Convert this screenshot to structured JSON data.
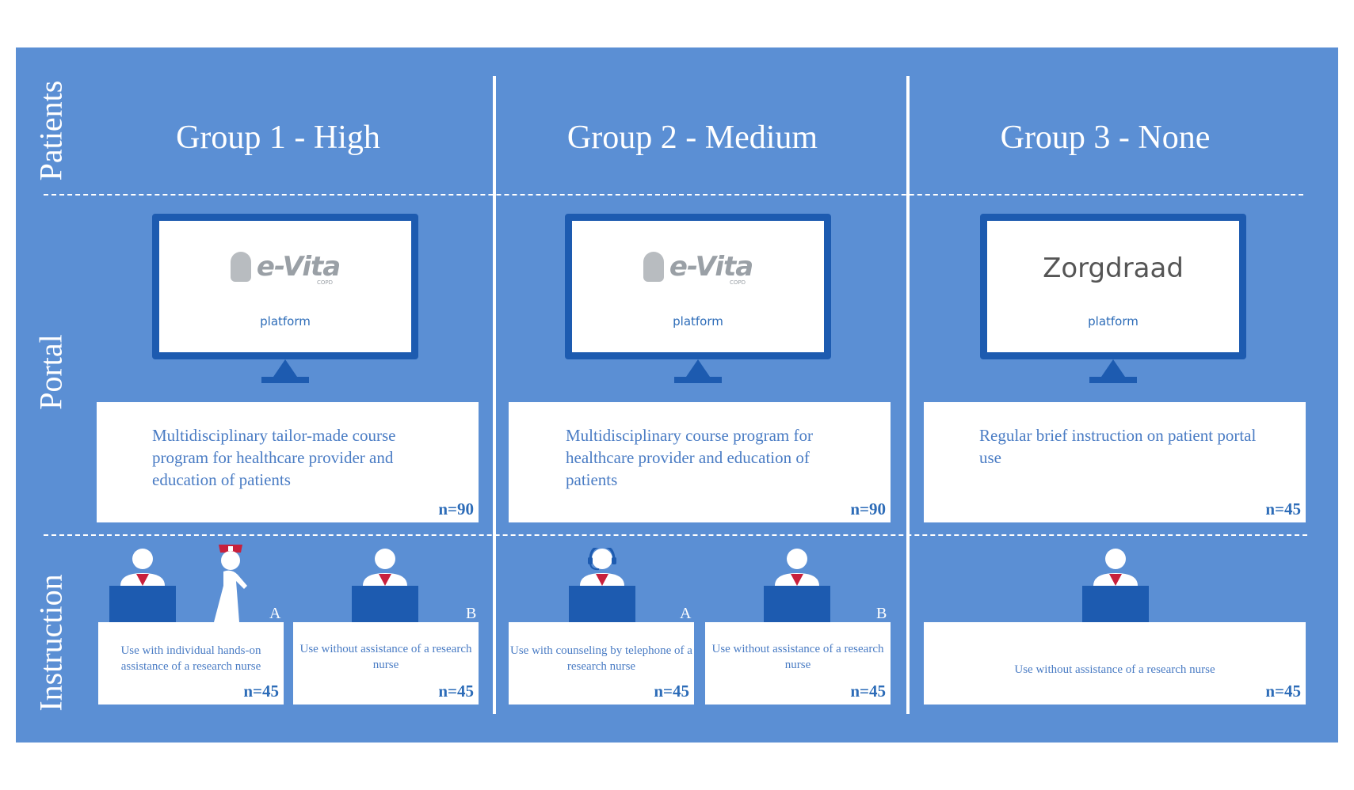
{
  "row_labels": {
    "patients": "Patients",
    "portal": "Portal",
    "instruction": "Instruction"
  },
  "groups": [
    {
      "title": "Group 1 - High",
      "portal": {
        "logo": "e-Vita",
        "logo_sub": "COPD",
        "platform": "platform"
      },
      "course": {
        "text": "Multidisciplinary tailor-made course program for healthcare provider and education of patients",
        "n": "n=90"
      },
      "instructions": [
        {
          "letter": "A",
          "text": "Use with individual hands-on assistance of a research nurse",
          "n": "n=45"
        },
        {
          "letter": "B",
          "text": "Use without assistance of a research nurse",
          "n": "n=45"
        }
      ]
    },
    {
      "title": "Group 2 - Medium",
      "portal": {
        "logo": "e-Vita",
        "logo_sub": "COPD",
        "platform": "platform"
      },
      "course": {
        "text": "Multidisciplinary course program for healthcare provider and education of patients",
        "n": "n=90"
      },
      "instructions": [
        {
          "letter": "A",
          "text": "Use with counseling by telephone of a research nurse",
          "n": "n=45"
        },
        {
          "letter": "B",
          "text": "Use without assistance of a research nurse",
          "n": "n=45"
        }
      ]
    },
    {
      "title": "Group 3 - None",
      "portal": {
        "logo": "Zorgdraad",
        "platform": "platform"
      },
      "course": {
        "text": "Regular brief instruction on patient portal use",
        "n": "n=45"
      },
      "instructions": [
        {
          "text": "Use without assistance of a research nurse",
          "n": "n=45"
        }
      ]
    }
  ],
  "icons": [
    "person-at-computer-icon",
    "nurse-icon",
    "headset-person-icon",
    "monitor-icon"
  ],
  "colors": {
    "panel": "#5b8fd4",
    "monitor": "#1d5bb0",
    "text_box": "#4a7cc4",
    "n_label": "#2d6cb8",
    "nurse_cap": "#c8203c",
    "person_collar": "#c8203c"
  }
}
